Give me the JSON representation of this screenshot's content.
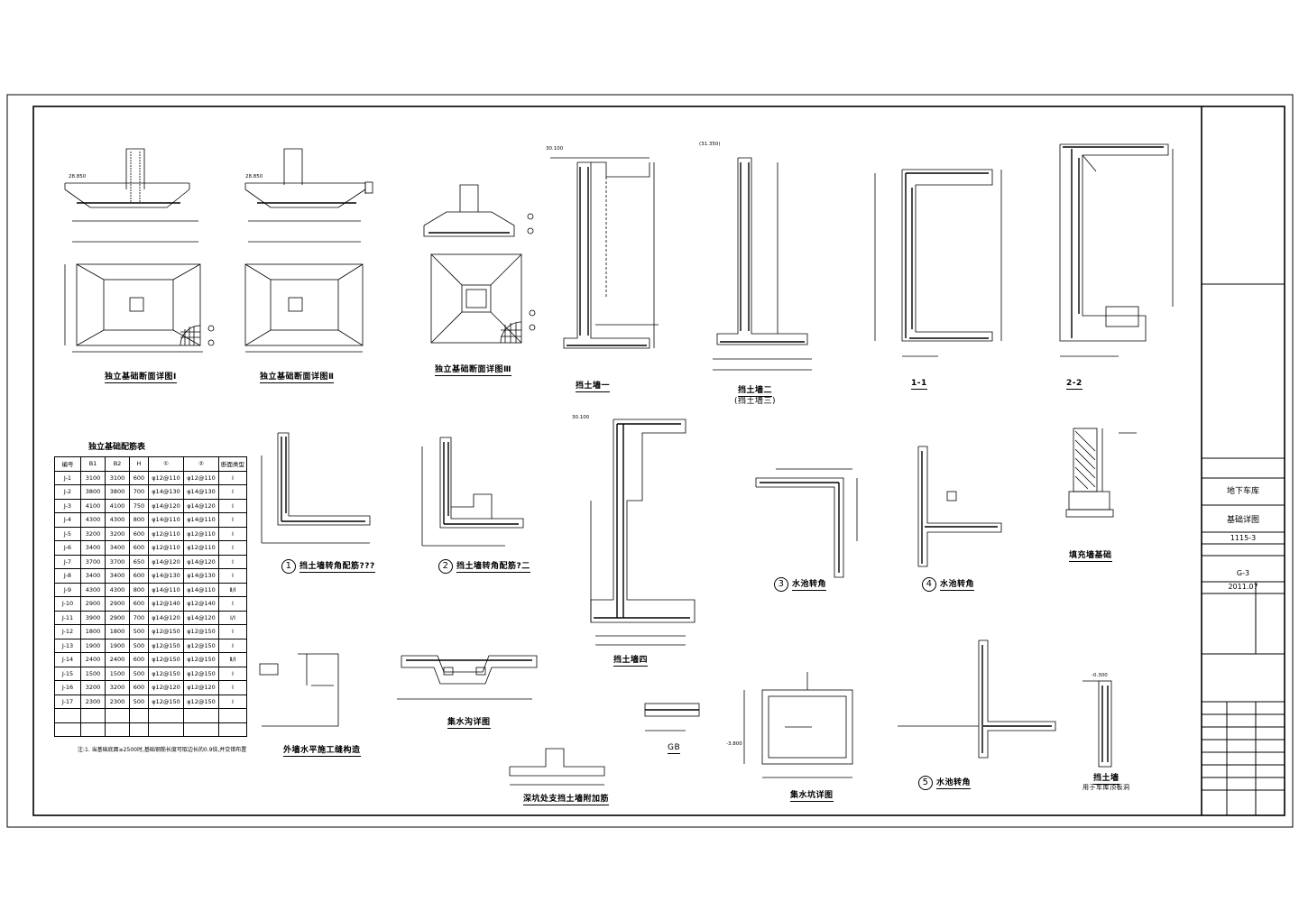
{
  "title_block": {
    "project": "地下车库",
    "drawing_name": "基础详图",
    "project_no": "1115-3",
    "drawing_no": "G-3",
    "date": "2011.07"
  },
  "captions": {
    "footing_1": "独立基础断面详图Ⅰ",
    "footing_2": "独立基础断面详图Ⅱ",
    "footing_3": "独立基础断面详图Ⅲ",
    "retaining_wall_1": "挡土墙一",
    "retaining_wall_2": "挡土墙二",
    "retaining_wall_2_sub": "(挡土墙三)",
    "section_1": "1-1",
    "section_2": "2-2",
    "detail_1_num": "1",
    "detail_1": "挡土墙转角配筋???",
    "detail_2_num": "2",
    "detail_2": "挡土墙转角配筋?二",
    "detail_3_num": "3",
    "detail_3": "水池转角",
    "detail_4_num": "4",
    "detail_4": "水池转角",
    "detail_5_num": "5",
    "detail_5": "水池转角",
    "fill_wall": "填充墙基础",
    "retaining_wall_4": "挡土墙四",
    "ext_wall_joint": "外墙水平施工缝构造",
    "sump_detail": "集水沟详图",
    "beam_detail": "深坑处支挡土墙附加筋",
    "pit_detail": "集水坑详图",
    "wall_section": "挡土墙",
    "wall_section_sub": "用于车库顶板洞",
    "mark_gb": "GB"
  },
  "schedule": {
    "title": "独立基础配筋表",
    "headers": [
      "编号",
      "B1",
      "B2",
      "H",
      "①",
      "②",
      "断面类型"
    ],
    "rows": [
      [
        "J-1",
        "3100",
        "3100",
        "600",
        "φ12@110",
        "φ12@110",
        "Ⅰ"
      ],
      [
        "J-2",
        "3800",
        "3800",
        "700",
        "φ14@130",
        "φ14@130",
        "Ⅰ"
      ],
      [
        "J-3",
        "4100",
        "4100",
        "750",
        "φ14@120",
        "φ14@120",
        "Ⅰ"
      ],
      [
        "J-4",
        "4300",
        "4300",
        "800",
        "φ14@110",
        "φ14@110",
        "Ⅰ"
      ],
      [
        "J-5",
        "3200",
        "3200",
        "600",
        "φ12@110",
        "φ12@110",
        "Ⅰ"
      ],
      [
        "J-6",
        "3400",
        "3400",
        "600",
        "φ12@110",
        "φ12@110",
        "Ⅰ"
      ],
      [
        "J-7",
        "3700",
        "3700",
        "650",
        "φ14@120",
        "φ14@120",
        "Ⅰ"
      ],
      [
        "J-8",
        "3400",
        "3400",
        "600",
        "φ14@130",
        "φ14@130",
        "Ⅰ"
      ],
      [
        "J-9",
        "4300",
        "4300",
        "800",
        "φ14@110",
        "φ14@110",
        "Ⅱ/Ⅰ"
      ],
      [
        "J-10",
        "2900",
        "2900",
        "600",
        "φ12@140",
        "φ12@140",
        "Ⅰ"
      ],
      [
        "J-11",
        "3900",
        "2900",
        "700",
        "φ14@120",
        "φ14@120",
        "Ⅰ/Ⅰ"
      ],
      [
        "J-12",
        "1800",
        "1800",
        "500",
        "φ12@150",
        "φ12@150",
        "Ⅰ"
      ],
      [
        "J-13",
        "1900",
        "1900",
        "500",
        "φ12@150",
        "φ12@150",
        "Ⅰ"
      ],
      [
        "J-14",
        "2400",
        "2400",
        "600",
        "φ12@150",
        "φ12@150",
        "Ⅱ/Ⅰ"
      ],
      [
        "J-15",
        "1500",
        "1500",
        "500",
        "φ12@150",
        "φ12@150",
        "Ⅰ"
      ],
      [
        "J-16",
        "3200",
        "3200",
        "600",
        "φ12@120",
        "φ12@120",
        "Ⅰ"
      ],
      [
        "J-17",
        "2300",
        "2300",
        "500",
        "φ12@150",
        "φ12@150",
        "Ⅰ"
      ]
    ],
    "note": "注:1. 当基础底面≥2500时,基础钢筋长度可取边长的0.9倍,并交错布置"
  },
  "elevations": {
    "e1": "28.850",
    "e2": "28.850",
    "e3": "30.100",
    "e4": "(31.350)",
    "e5": "30.100",
    "e6": "-0.300",
    "e7": "-3.800"
  }
}
